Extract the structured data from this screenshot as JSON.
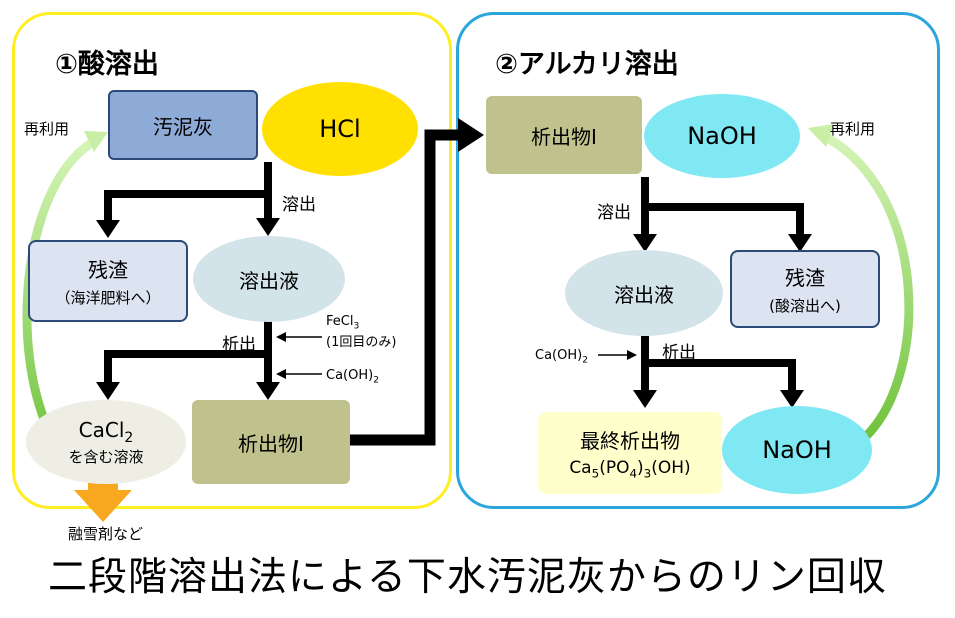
{
  "left_panel": {
    "title": "①酸溶出",
    "ash": "汚泥灰",
    "hcl": "HCl",
    "reuse": "再利用",
    "elution": "溶出",
    "residue": "残渣",
    "residue_note": "（海洋肥料へ）",
    "leachate": "溶出液",
    "precipitation": "析出",
    "fecl3_main": "FeCl",
    "fecl3_sub": "3",
    "fecl3_note": "(1回目のみ)",
    "caoh2_main": "Ca(OH)",
    "caoh2_sub": "2",
    "cacl2_main": "CaCl",
    "cacl2_sub": "2",
    "cacl2_note": "を含む溶液",
    "precipitate": "析出物Ⅰ",
    "deicing": "融雪剤など"
  },
  "right_panel": {
    "title": "②アルカリ溶出",
    "precipitate": "析出物Ⅰ",
    "naoh_top": "NaOH",
    "reuse": "再利用",
    "elution": "溶出",
    "leachate": "溶出液",
    "residue": "残渣",
    "residue_note": "(酸溶出へ)",
    "caoh2_main": "Ca(OH)",
    "caoh2_sub": "2",
    "precipitation": "析出",
    "final_title": "最終析出物",
    "final_f1": "Ca",
    "final_f2": "5",
    "final_f3": "(PO",
    "final_f4": "4",
    "final_f5": ")",
    "final_f6": "3",
    "final_f7": "(OH)",
    "naoh_bottom": "NaOH"
  },
  "caption": "二段階溶出法による下水汚泥灰からのリン回収",
  "colors": {
    "left_border": "#ffee22",
    "right_border": "#2aa6dd",
    "ash_fill": "#8eaad6",
    "hcl_fill": "#ffe000",
    "residue_fill": "#dce3f1",
    "box_border": "#2b4a78",
    "leachate_fill": "#d3e3ea",
    "precipitate_fill": "#c0c28e",
    "cacl2_fill": "#eeeee4",
    "naoh_fill": "#7fe8f2",
    "final_fill": "#ffffcc",
    "reuse_arrow": "#a8e06a",
    "output_arrow": "#f7a81e"
  }
}
